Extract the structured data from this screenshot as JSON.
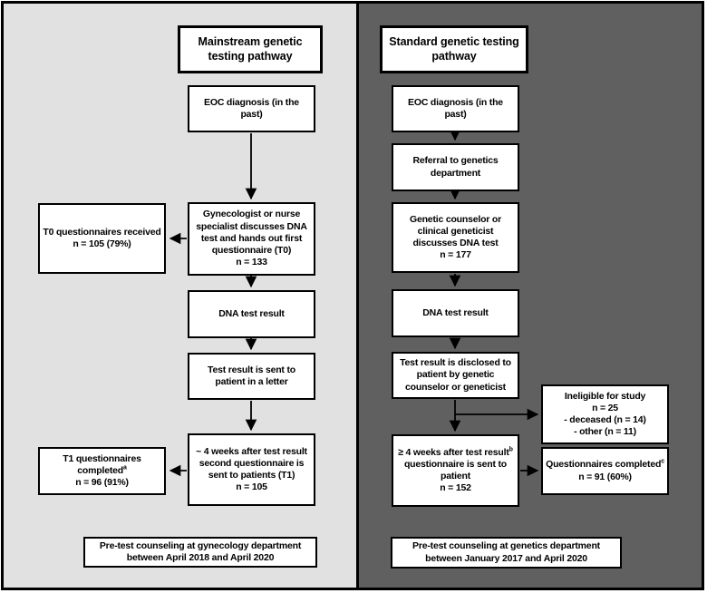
{
  "figure": {
    "colors": {
      "left_bg": "#e1e1e1",
      "right_bg": "#606060",
      "box_bg": "#ffffff",
      "line": "#000000"
    },
    "left": {
      "title": "Mainstream genetic testing pathway",
      "eoc": "EOC diagnosis (in the past)",
      "gyn": {
        "text": "Gynecologist or nurse specialist discusses DNA test and hands out first questionnaire (T0)",
        "n": "n = 133"
      },
      "t0": {
        "text": "T0 questionnaires received",
        "n": "n = 105 (79%)"
      },
      "dna": "DNA test result",
      "letter": "Test result is sent to patient in a letter",
      "t1send": {
        "text": "~ 4 weeks after test result second questionnaire is sent to patients (T1)",
        "n": "n = 105"
      },
      "t1": {
        "text": "T1 questionnaires completed",
        "sup": "a",
        "n": "n = 96 (91%)"
      },
      "footer": {
        "line1": "Pre-test counseling at gynecology department",
        "line2": "between April 2018 and April 2020"
      }
    },
    "right": {
      "title": "Standard genetic testing pathway",
      "eoc": "EOC diagnosis (in the past)",
      "referral": "Referral to genetics department",
      "counselor": {
        "text": "Genetic counselor or clinical geneticist discusses DNA test",
        "n": "n = 177"
      },
      "dna": "DNA test result",
      "disclosed": "Test result is disclosed to patient by genetic counselor or geneticist",
      "ineligible": {
        "title": "Ineligible for study",
        "n": "n = 25",
        "items": [
          "- deceased (n = 14)",
          "- other (n = 11)"
        ]
      },
      "fourweeks": {
        "before_sup": "≥ 4 weeks after test result",
        "sup": "b",
        "after_sup": " questionnaire is sent to patient",
        "n": "n = 152"
      },
      "completed": {
        "text": "Questionnaires completed",
        "sup": "c",
        "n": "n = 91 (60%)"
      },
      "footer": {
        "line1": "Pre-test counseling at genetics department",
        "line2": "between January 2017 and April 2020"
      }
    }
  }
}
